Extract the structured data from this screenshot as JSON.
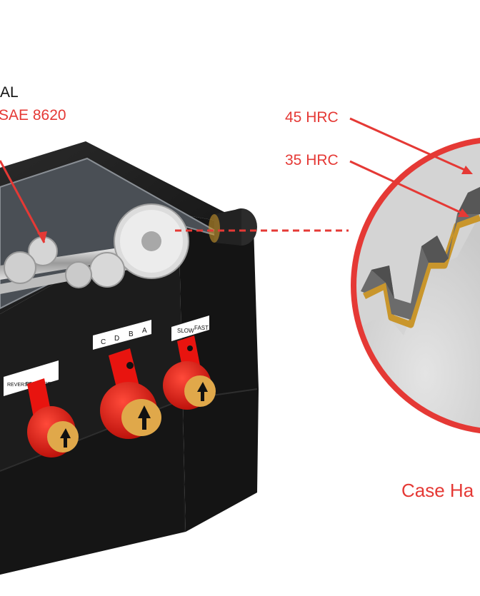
{
  "labels": {
    "material_partial": "AL",
    "steel_partial": "SAE 8620",
    "hrc_surface": "45 HRC",
    "hrc_core": "35 HRC",
    "caption_partial": "Case Ha"
  },
  "controls": {
    "direction": {
      "reverse": "REVERSE",
      "forward": "FORWARD"
    },
    "range": {
      "c": "C",
      "d": "D",
      "b": "B",
      "a": "A"
    },
    "speed": {
      "slow": "SLOW",
      "fast": "FAST"
    }
  },
  "colors": {
    "accent_red": "#e53935",
    "handle_red": "#e8140f",
    "case_black": "#1a1a1a",
    "hardened_layer": "#c9962c",
    "tooth_grey": "#6b6b6b",
    "core_grey": "#d8d8d8"
  }
}
